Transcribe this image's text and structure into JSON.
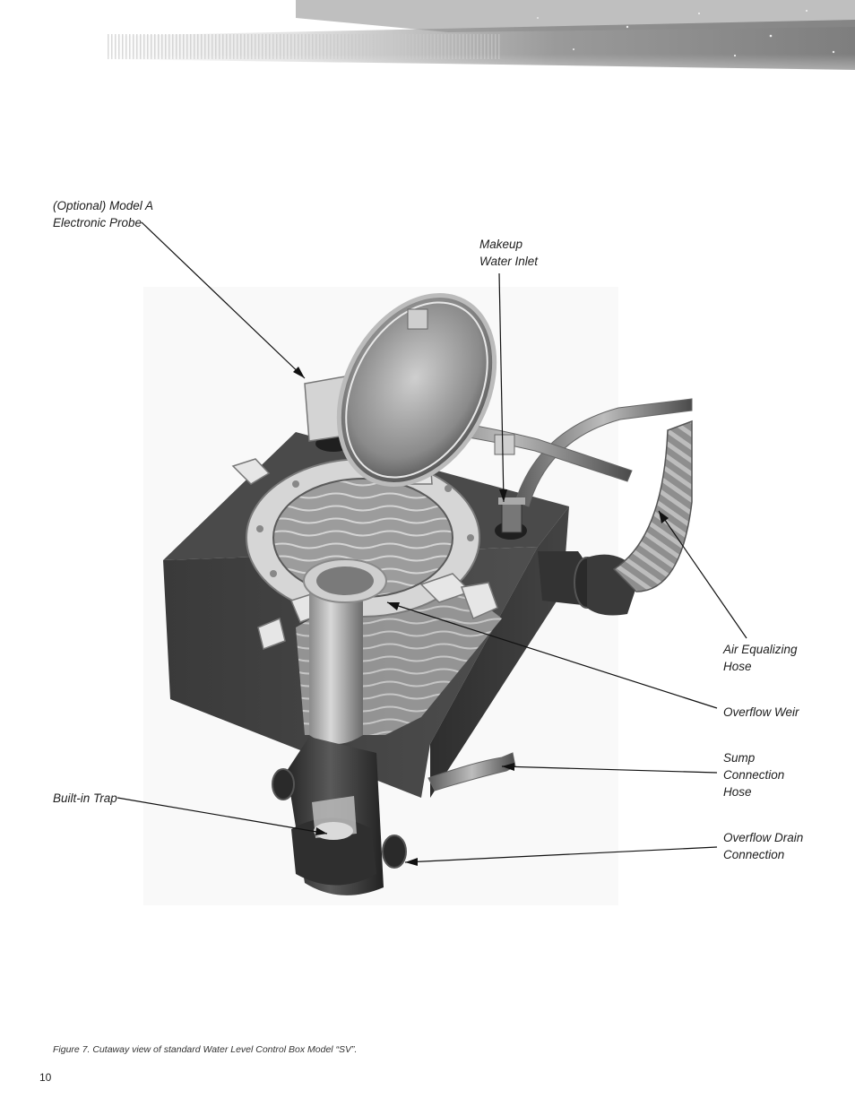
{
  "callouts": {
    "probe": [
      "(Optional) Model A",
      "Electronic Probe"
    ],
    "makeup": [
      "Makeup",
      "Water Inlet"
    ],
    "air_hose": [
      "Air Equalizing",
      "Hose"
    ],
    "weir": [
      "Overflow Weir"
    ],
    "sump": [
      "Sump",
      "Connection",
      "Hose"
    ],
    "trap": [
      "Built-in Trap"
    ],
    "drain": [
      "Overflow Drain",
      "Connection"
    ]
  },
  "caption": "Figure 7.  Cutaway view of standard Water Level Control Box Model “SV”.",
  "page_number": "10"
}
